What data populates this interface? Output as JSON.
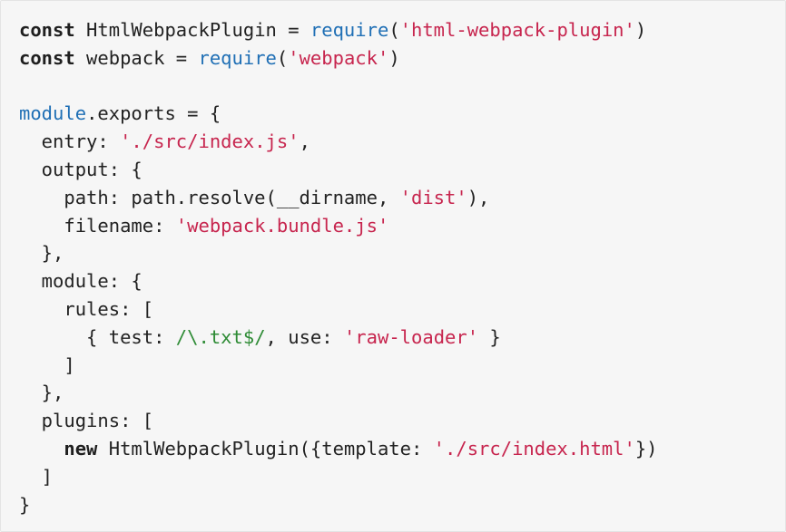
{
  "code": {
    "language": "javascript",
    "lines": [
      [
        {
          "kind": "keyword",
          "text": "const"
        },
        {
          "kind": "plain",
          "text": " HtmlWebpackPlugin = "
        },
        {
          "kind": "builtin",
          "text": "require"
        },
        {
          "kind": "plain",
          "text": "("
        },
        {
          "kind": "string",
          "text": "'html-webpack-plugin'"
        },
        {
          "kind": "plain",
          "text": ")"
        }
      ],
      [
        {
          "kind": "keyword",
          "text": "const"
        },
        {
          "kind": "plain",
          "text": " webpack = "
        },
        {
          "kind": "builtin",
          "text": "require"
        },
        {
          "kind": "plain",
          "text": "("
        },
        {
          "kind": "string",
          "text": "'webpack'"
        },
        {
          "kind": "plain",
          "text": ")"
        }
      ],
      [],
      [
        {
          "kind": "builtin",
          "text": "module"
        },
        {
          "kind": "plain",
          "text": ".exports = {"
        }
      ],
      [
        {
          "kind": "plain",
          "text": "  entry: "
        },
        {
          "kind": "string",
          "text": "'./src/index.js'"
        },
        {
          "kind": "plain",
          "text": ","
        }
      ],
      [
        {
          "kind": "plain",
          "text": "  output: {"
        }
      ],
      [
        {
          "kind": "plain",
          "text": "    path: path.resolve(__dirname, "
        },
        {
          "kind": "string",
          "text": "'dist'"
        },
        {
          "kind": "plain",
          "text": "),"
        }
      ],
      [
        {
          "kind": "plain",
          "text": "    filename: "
        },
        {
          "kind": "string",
          "text": "'webpack.bundle.js'"
        }
      ],
      [
        {
          "kind": "plain",
          "text": "  },"
        }
      ],
      [
        {
          "kind": "plain",
          "text": "  module: {"
        }
      ],
      [
        {
          "kind": "plain",
          "text": "    rules: ["
        }
      ],
      [
        {
          "kind": "plain",
          "text": "      { test: "
        },
        {
          "kind": "regex",
          "text": "/\\.txt$/"
        },
        {
          "kind": "plain",
          "text": ", use: "
        },
        {
          "kind": "string",
          "text": "'raw-loader'"
        },
        {
          "kind": "plain",
          "text": " }"
        }
      ],
      [
        {
          "kind": "plain",
          "text": "    ]"
        }
      ],
      [
        {
          "kind": "plain",
          "text": "  },"
        }
      ],
      [
        {
          "kind": "plain",
          "text": "  plugins: ["
        }
      ],
      [
        {
          "kind": "plain",
          "text": "    "
        },
        {
          "kind": "keyword",
          "text": "new"
        },
        {
          "kind": "plain",
          "text": " HtmlWebpackPlugin({template: "
        },
        {
          "kind": "string",
          "text": "'./src/index.html'"
        },
        {
          "kind": "plain",
          "text": "})"
        }
      ],
      [
        {
          "kind": "plain",
          "text": "  ]"
        }
      ],
      [
        {
          "kind": "plain",
          "text": "}"
        }
      ]
    ]
  },
  "colors": {
    "background": "#f6f6f6",
    "keyword": "#1f1f1f",
    "builtin": "#1f6fb5",
    "string": "#c7254e",
    "regex": "#2e8b35",
    "plain": "#222222"
  }
}
